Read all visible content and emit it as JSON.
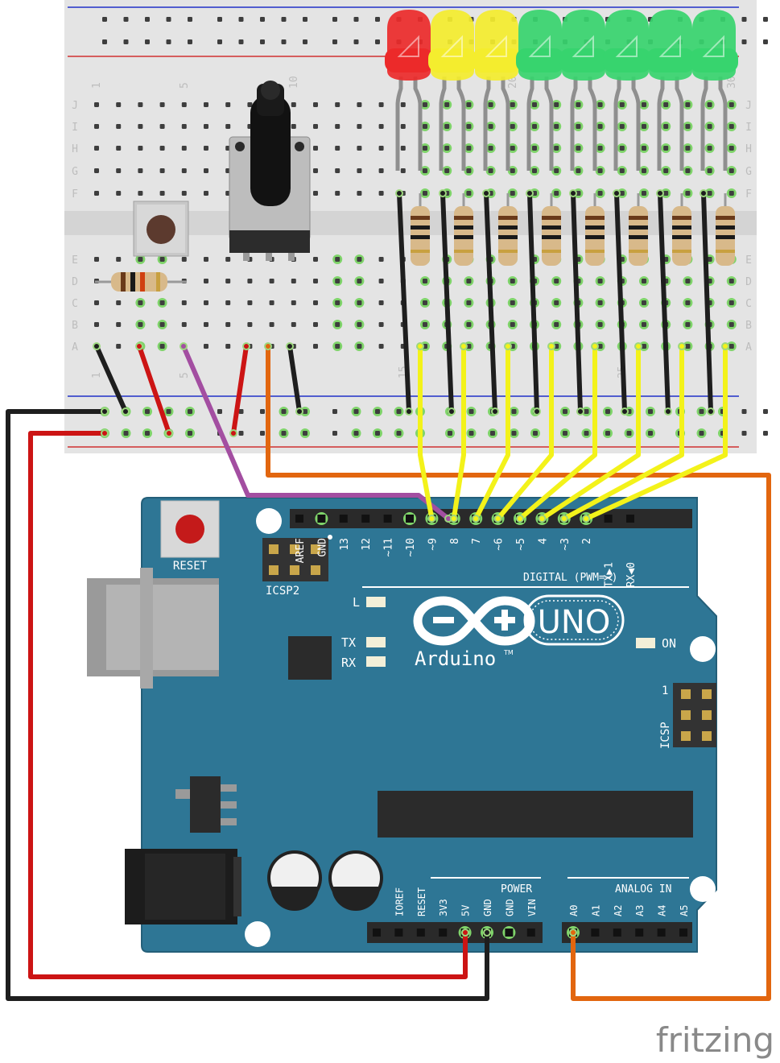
{
  "watermark": "fritzing",
  "colors": {
    "board": "#2e7695",
    "board_edge": "#245f79",
    "breadboard": "#e4e4e4",
    "wire_black": "#1e1e1e",
    "wire_red": "#cc1414",
    "wire_yellow": "#f3f21a",
    "wire_orange": "#e2660f",
    "wire_purple": "#a34ea1",
    "led_red": "#ec2a2a",
    "led_yellow": "#f4ed2e",
    "led_green": "#37d46e",
    "active_hole": "#7fd46a"
  },
  "breadboard": {
    "row_letters_top": [
      "J",
      "I",
      "H",
      "G",
      "F"
    ],
    "row_letters_bottom": [
      "E",
      "D",
      "C",
      "B",
      "A"
    ],
    "col_numbers_top": [
      "1",
      "5",
      "10",
      "20",
      "30"
    ],
    "col_numbers_bottom": [
      "1",
      "5",
      "15",
      "25"
    ]
  },
  "leds": [
    {
      "color": "red"
    },
    {
      "color": "yellow"
    },
    {
      "color": "yellow"
    },
    {
      "color": "green"
    },
    {
      "color": "green"
    },
    {
      "color": "green"
    },
    {
      "color": "green"
    },
    {
      "color": "green"
    }
  ],
  "arduino": {
    "reset_label": "RESET",
    "icsp2_label": "ICSP2",
    "icsp_label": "ICSP",
    "icsp_pin1": "1",
    "digital_label": "DIGITAL (PWM=~)",
    "digital_pins": [
      "AREF",
      "GND",
      "13",
      "12",
      "~11",
      "~10",
      "~9",
      "8",
      "7",
      "~6",
      "~5",
      "4",
      "~3",
      "2",
      "TX▶1",
      "RX◀0"
    ],
    "led_l": "L",
    "led_tx": "TX",
    "led_rx": "RX",
    "led_on": "ON",
    "logo_text": "Arduino",
    "logo_tm": "TM",
    "model": "UNO",
    "power_label": "POWER",
    "power_pins": [
      "IOREF",
      "RESET",
      "3V3",
      "5V",
      "GND",
      "GND",
      "VIN"
    ],
    "analog_label": "ANALOG IN",
    "analog_pins": [
      "A0",
      "A1",
      "A2",
      "A3",
      "A4",
      "A5"
    ]
  }
}
